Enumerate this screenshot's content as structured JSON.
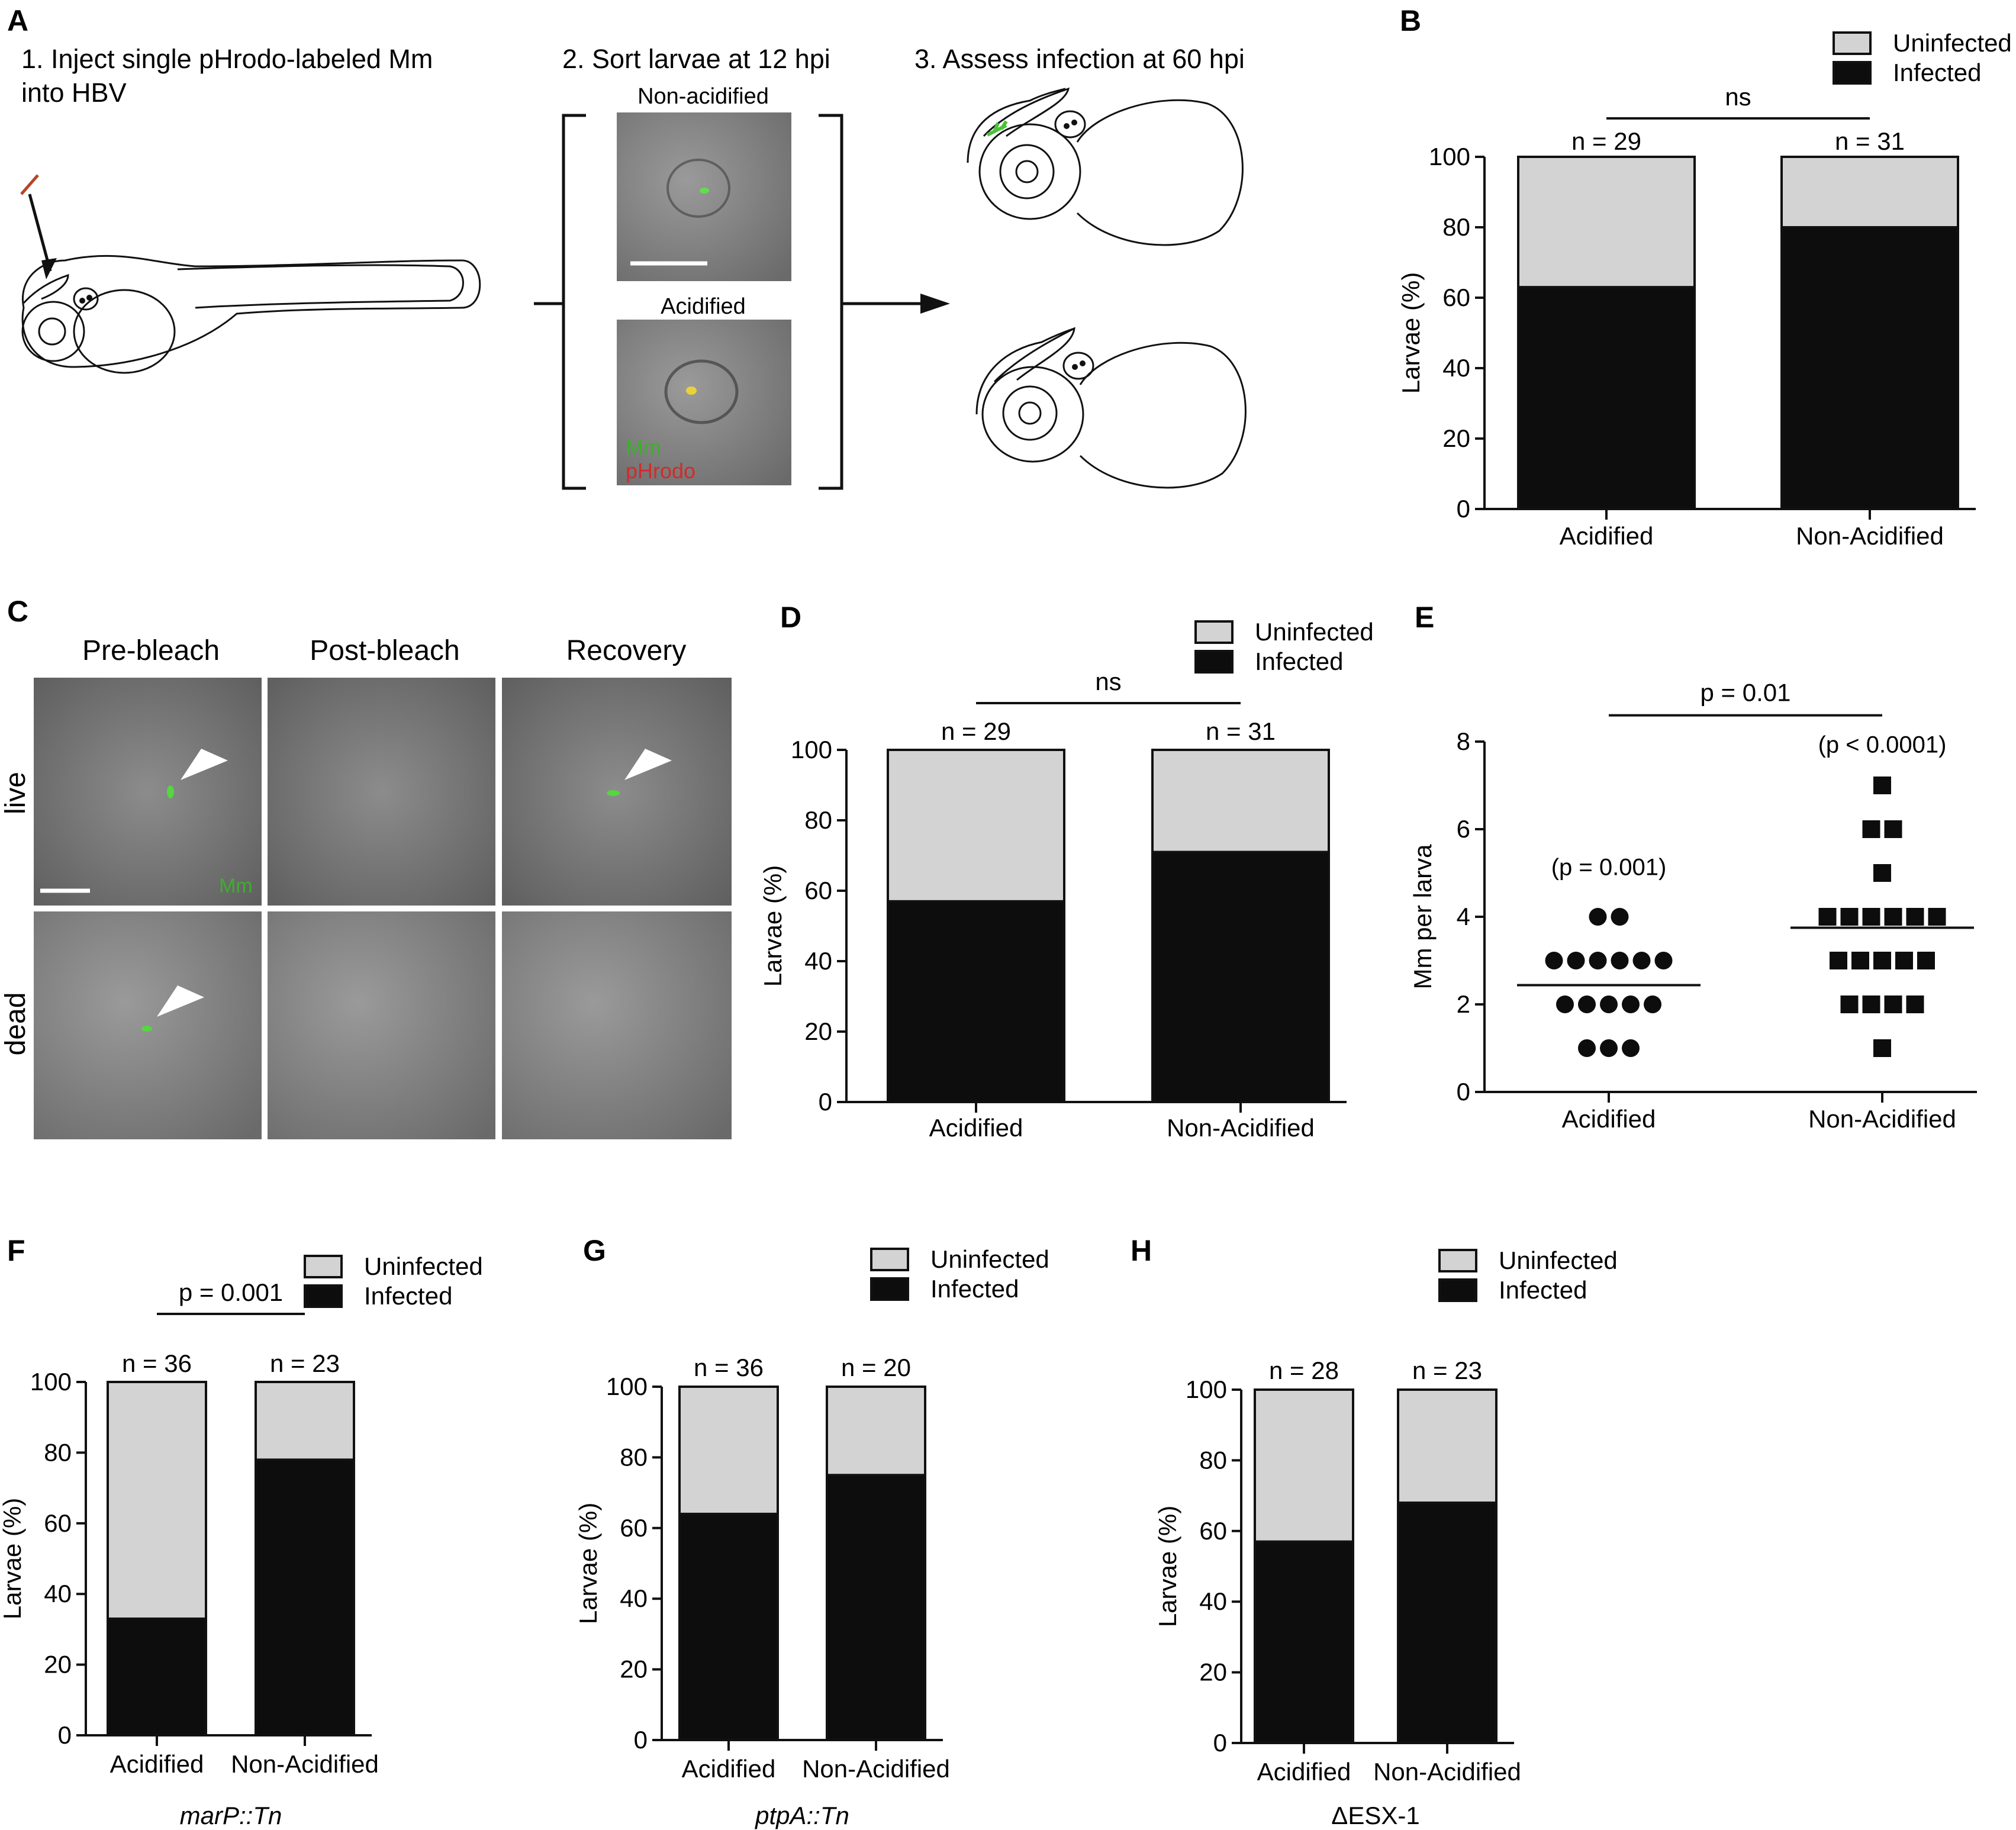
{
  "panel_labels": {
    "A": "A",
    "B": "B",
    "C": "C",
    "D": "D",
    "E": "E",
    "F": "F",
    "G": "G",
    "H": "H"
  },
  "panelA": {
    "step1": "1. Inject single pHrodo-labeled Mm",
    "step1b": "into HBV",
    "step2": "2. Sort larvae at 12 hpi",
    "step3": "3. Assess infection at 60 hpi",
    "nonacidified": "Non-acidified",
    "acidified": "Acidified",
    "mm": "Mm",
    "phrodo": "pHrodo"
  },
  "panelC": {
    "pre": "Pre-bleach",
    "post": "Post-bleach",
    "recovery": "Recovery",
    "live": "live",
    "dead": "dead",
    "mm": "Mm"
  },
  "chart_data": [
    {
      "panel": "B",
      "type": "bar",
      "stacked": true,
      "categories": [
        "Acidified",
        "Non-Acidified"
      ],
      "series": [
        {
          "name": "Infected",
          "values": [
            63,
            80
          ],
          "color": "#0d0d0d"
        },
        {
          "name": "Uninfected",
          "values": [
            37,
            20
          ],
          "color": "#d3d3d3"
        }
      ],
      "ylabel": "Larvae (%)",
      "ylim": [
        0,
        100
      ],
      "yticks": [
        "0",
        "20",
        "40",
        "60",
        "80",
        "100"
      ],
      "n_labels": [
        "n = 29",
        "n = 31"
      ],
      "sig": "ns",
      "xtitle": ""
    },
    {
      "panel": "D",
      "type": "bar",
      "stacked": true,
      "categories": [
        "Acidified",
        "Non-Acidified"
      ],
      "series": [
        {
          "name": "Infected",
          "values": [
            57,
            71
          ],
          "color": "#0d0d0d"
        },
        {
          "name": "Uninfected",
          "values": [
            43,
            29
          ],
          "color": "#d3d3d3"
        }
      ],
      "ylabel": "Larvae (%)",
      "ylim": [
        0,
        100
      ],
      "yticks": [
        "0",
        "20",
        "40",
        "60",
        "80",
        "100"
      ],
      "n_labels": [
        "n = 29",
        "n = 31"
      ],
      "sig": "ns",
      "xtitle": ""
    },
    {
      "panel": "E",
      "type": "scatter",
      "categories": [
        "Acidified",
        "Non-Acidified"
      ],
      "series": [
        {
          "name": "Acidified",
          "values": [
            1,
            1,
            1,
            2,
            2,
            2,
            2,
            2,
            3,
            3,
            3,
            3,
            3,
            3,
            4,
            4
          ],
          "mean": 2.44,
          "marker": "circle"
        },
        {
          "name": "Non-Acidified",
          "values": [
            1,
            2,
            2,
            2,
            2,
            3,
            3,
            3,
            3,
            3,
            4,
            4,
            4,
            4,
            4,
            4,
            5,
            6,
            6,
            7
          ],
          "mean": 3.75,
          "marker": "square"
        }
      ],
      "ylabel": "Mm per larva",
      "ylim": [
        0,
        8
      ],
      "yticks": [
        "0",
        "2",
        "4",
        "6",
        "8"
      ],
      "group_p": [
        "(p = 0.001)",
        "(p < 0.0001)"
      ],
      "sig": "p = 0.01"
    },
    {
      "panel": "F",
      "type": "bar",
      "stacked": true,
      "categories": [
        "Acidified",
        "Non-Acidified"
      ],
      "series": [
        {
          "name": "Infected",
          "values": [
            33,
            78
          ],
          "color": "#0d0d0d"
        },
        {
          "name": "Uninfected",
          "values": [
            67,
            22
          ],
          "color": "#d3d3d3"
        }
      ],
      "ylabel": "Larvae (%)",
      "ylim": [
        0,
        100
      ],
      "yticks": [
        "0",
        "20",
        "40",
        "60",
        "80",
        "100"
      ],
      "n_labels": [
        "n = 36",
        "n = 23"
      ],
      "sig": "p = 0.001",
      "xtitle": "marP::Tn"
    },
    {
      "panel": "G",
      "type": "bar",
      "stacked": true,
      "categories": [
        "Acidified",
        "Non-Acidified"
      ],
      "series": [
        {
          "name": "Infected",
          "values": [
            64,
            75
          ],
          "color": "#0d0d0d"
        },
        {
          "name": "Uninfected",
          "values": [
            36,
            25
          ],
          "color": "#d3d3d3"
        }
      ],
      "ylabel": "Larvae (%)",
      "ylim": [
        0,
        100
      ],
      "yticks": [
        "0",
        "20",
        "40",
        "60",
        "80",
        "100"
      ],
      "n_labels": [
        "n = 36",
        "n = 20"
      ],
      "sig": "",
      "xtitle": "ptpA::Tn"
    },
    {
      "panel": "H",
      "type": "bar",
      "stacked": true,
      "categories": [
        "Acidified",
        "Non-Acidified"
      ],
      "series": [
        {
          "name": "Infected",
          "values": [
            57,
            68
          ],
          "color": "#0d0d0d"
        },
        {
          "name": "Uninfected",
          "values": [
            43,
            32
          ],
          "color": "#d3d3d3"
        }
      ],
      "ylabel": "Larvae (%)",
      "ylim": [
        0,
        100
      ],
      "yticks": [
        "0",
        "20",
        "40",
        "60",
        "80",
        "100"
      ],
      "n_labels": [
        "n = 28",
        "n = 23"
      ],
      "sig": "",
      "xtitle": "ΔESX-1"
    }
  ]
}
